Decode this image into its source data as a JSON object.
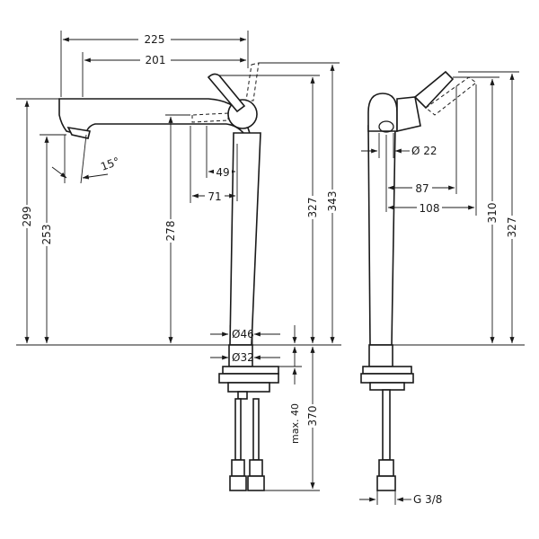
{
  "figure": {
    "side_view_dims": {
      "d225": "225",
      "d201": "201",
      "d15": "15°",
      "d49": "49",
      "d71": "71",
      "d299": "299",
      "d253": "253",
      "d278": "278",
      "d327": "327",
      "d343": "343",
      "d46": "Ø46",
      "d32": "Ø32",
      "d370": "370",
      "dmax40": "max. 40"
    },
    "front_view_dims": {
      "d22": "Ø 22",
      "d87": "87",
      "d108": "108",
      "d310": "310",
      "d327": "327",
      "g38": "G 3/8"
    }
  }
}
